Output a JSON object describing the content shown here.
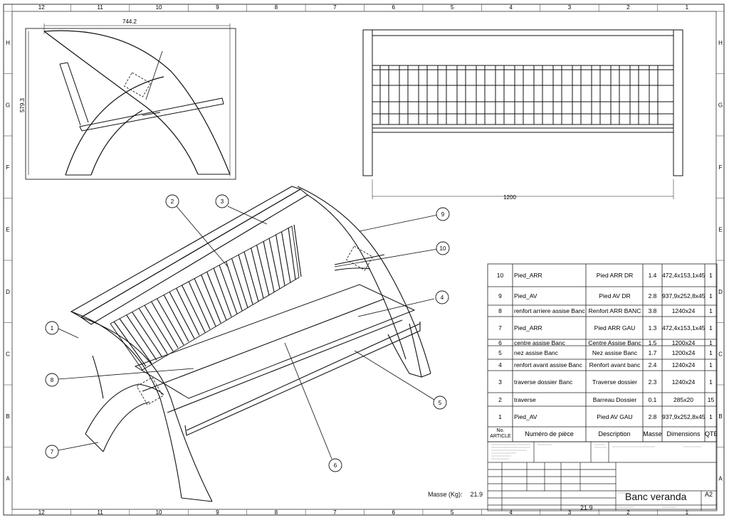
{
  "border": {
    "columns": [
      "12",
      "11",
      "10",
      "9",
      "8",
      "7",
      "6",
      "5",
      "4",
      "3",
      "2",
      "1"
    ],
    "rows": [
      "H",
      "G",
      "F",
      "E",
      "D",
      "C",
      "B",
      "A"
    ]
  },
  "views": {
    "side": {
      "width_dim": "744.2",
      "height_dim": "579.3"
    },
    "front": {
      "width_dim": "1200"
    }
  },
  "balloons": [
    "1",
    "2",
    "3",
    "4",
    "5",
    "6",
    "7",
    "8",
    "9",
    "10"
  ],
  "bom": {
    "headers": {
      "article": "No. ARTICLE",
      "part": "Numéro de pièce",
      "description": "Description",
      "mass": "Masse",
      "dimensions": "Dimensions",
      "qty": "QTE"
    },
    "rows": [
      {
        "no": "10",
        "part": "Pied_ARR",
        "desc": "Pied ARR DR",
        "mass": "1.4",
        "dims": "472,4x153,1x45",
        "qty": "1"
      },
      {
        "no": "9",
        "part": "Pied_AV",
        "desc": "Pied AV DR",
        "mass": "2.8",
        "dims": "937,9x252,8x45",
        "qty": "1"
      },
      {
        "no": "8",
        "part": "renfort arriere assise Banc",
        "desc": "Renfort ARR BANC",
        "mass": "3.8",
        "dims": "1240x24",
        "qty": "1"
      },
      {
        "no": "7",
        "part": "Pied_ARR",
        "desc": "Pied ARR GAU",
        "mass": "1.3",
        "dims": "472,4x153,1x45",
        "qty": "1"
      },
      {
        "no": "6",
        "part": "centre assise Banc",
        "desc": "Centre Assise Banc",
        "mass": "1.5",
        "dims": "1200x24",
        "qty": "1"
      },
      {
        "no": "5",
        "part": "nez assise Banc",
        "desc": "Nez assise Banc",
        "mass": "1.7",
        "dims": "1200x24",
        "qty": "1"
      },
      {
        "no": "4",
        "part": "renfort avant assise Banc",
        "desc": "Renfort avant banc",
        "mass": "2.4",
        "dims": "1240x24",
        "qty": "1"
      },
      {
        "no": "3",
        "part": "traverse dossier Banc",
        "desc": "Traverse dossier",
        "mass": "2.3",
        "dims": "1240x24",
        "qty": "1"
      },
      {
        "no": "2",
        "part": "traverse",
        "desc": "Barreau Dossier",
        "mass": "0.1",
        "dims": "285x20",
        "qty": "15"
      },
      {
        "no": "1",
        "part": "Pied_AV",
        "desc": "Pied AV GAU",
        "mass": "2.8",
        "dims": "937,9x252,8x45",
        "qty": "1"
      }
    ]
  },
  "mass_note": {
    "label": "Masse (Kg):",
    "value": "21.9"
  },
  "title_block": {
    "title": "Banc veranda",
    "format": "A2",
    "mass": "21.9"
  }
}
